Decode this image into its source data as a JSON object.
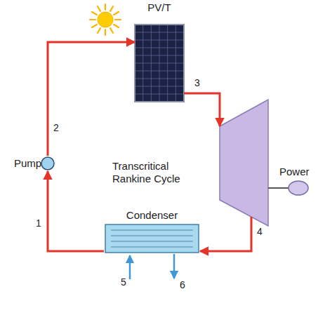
{
  "diagram": {
    "nodes": [
      {
        "text": [
          "PV/T"
        ]
      },
      {
        "text": [
          "Pump"
        ]
      },
      {
        "text": [
          "Power"
        ]
      },
      {
        "text": [
          "Condenser"
        ]
      }
    ],
    "edges": [
      {
        "from": 1,
        "to": 0,
        "arrow": "to",
        "label": "2"
      },
      {
        "from": 0,
        "to": 2,
        "arrow": "to",
        "label": "3"
      },
      {
        "from": 2,
        "to": 3,
        "arrow": "to",
        "label": "4"
      },
      {
        "from": 3,
        "to": 1,
        "arrow": "to",
        "label": "1"
      }
    ],
    "labels": [
      "Transcritical Rankine Cycle",
      "5",
      "6"
    ]
  }
}
